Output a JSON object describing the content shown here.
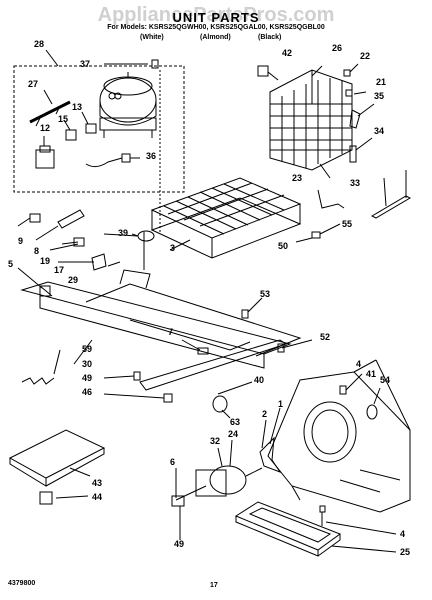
{
  "watermark": "AppliancePartsPros.com",
  "header": {
    "title": "UNIT PARTS",
    "models_line": "For Models: KSRS25QGWH00, KSRS25QGAL00, KSRS25QGBL00",
    "color_white": "(White)",
    "color_almond": "(Almond)",
    "color_black": "(Black)"
  },
  "callouts": {
    "c28": "28",
    "c37": "37",
    "c27": "27",
    "c13": "13",
    "c15": "15",
    "c12": "12",
    "c36": "36",
    "c42": "42",
    "c26": "26",
    "c22": "22",
    "c21": "21",
    "c35": "35",
    "c34": "34",
    "c23": "23",
    "c33": "33",
    "c55": "55",
    "c50": "50",
    "c39": "39",
    "c9": "9",
    "c8": "8",
    "c19": "19",
    "c17": "17",
    "c29": "29",
    "c5": "5",
    "c3": "3",
    "c53": "53",
    "c7": "7",
    "c52": "52",
    "c59": "59",
    "c30": "30",
    "c49a": "49",
    "c46": "46",
    "c40": "40",
    "c4a": "4",
    "c41": "41",
    "c54": "54",
    "c63": "63",
    "c2": "2",
    "c1": "1",
    "c32": "32",
    "c24": "24",
    "c6": "6",
    "c43": "43",
    "c44": "44",
    "c49b": "49",
    "c4b": "4",
    "c25": "25"
  },
  "footer": {
    "doc_number": "4379800",
    "page_number": "17"
  }
}
